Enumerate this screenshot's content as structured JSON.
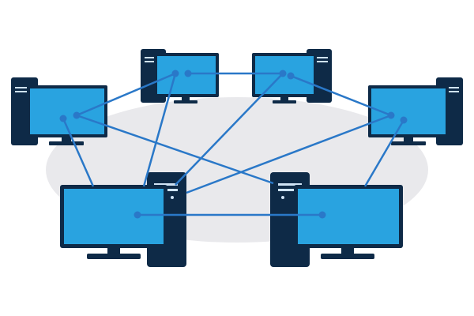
{
  "diagram": {
    "kind": "peer-to-peer network",
    "node_count": 6,
    "nodes": [
      {
        "id": "pc-top-left",
        "screen_color": "#29a3e0"
      },
      {
        "id": "pc-top-right",
        "screen_color": "#29a3e0"
      },
      {
        "id": "pc-mid-left",
        "screen_color": "#29a3e0"
      },
      {
        "id": "pc-mid-right",
        "screen_color": "#29a3e0"
      },
      {
        "id": "pc-bottom-left",
        "screen_color": "#29a3e0"
      },
      {
        "id": "pc-bottom-right",
        "screen_color": "#29a3e0"
      }
    ],
    "connections": [
      [
        "pc-top-left",
        "pc-top-right"
      ],
      [
        "pc-top-left",
        "pc-mid-left"
      ],
      [
        "pc-top-left",
        "pc-bottom-left"
      ],
      [
        "pc-top-right",
        "pc-mid-right"
      ],
      [
        "pc-top-right",
        "pc-bottom-left"
      ],
      [
        "pc-mid-left",
        "pc-bottom-left"
      ],
      [
        "pc-mid-left",
        "pc-bottom-right"
      ],
      [
        "pc-mid-right",
        "pc-bottom-left"
      ],
      [
        "pc-mid-right",
        "pc-bottom-right"
      ],
      [
        "pc-bottom-left",
        "pc-bottom-right"
      ]
    ],
    "colors": {
      "case": "#0e2a47",
      "screen": "#29a3e0",
      "frame": "#0e2a47",
      "link": "#2a78c8",
      "node_dot": "#2a78c8",
      "backdrop": "#e9e9ec"
    }
  }
}
